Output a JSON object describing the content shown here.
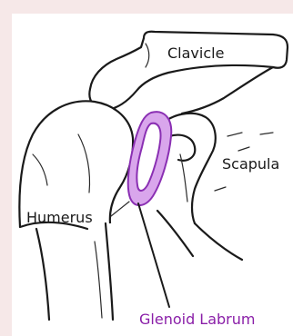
{
  "labels": {
    "clavicle": "Clavicle",
    "scapula": "Scapula",
    "humerus": "Humerus",
    "glenoid_labrum": "Glenoid Labrum"
  },
  "colors": {
    "background": "#f6e8e8",
    "labrum_fill": "#d9a6ec",
    "labrum_stroke": "#8a2fb3",
    "labrum_label": "#8a1fa8",
    "line": "#1a1a1a"
  }
}
